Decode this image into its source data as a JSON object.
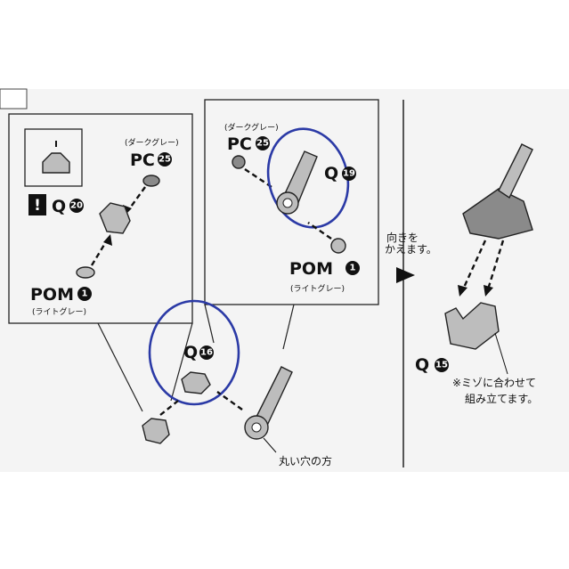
{
  "left": {
    "warning_mark": "!",
    "q20": {
      "letter": "Q",
      "num": "20"
    },
    "pc": {
      "color": "(ダークグレー)",
      "letters": "PC",
      "num": "25"
    },
    "pom": {
      "letters": "POM",
      "num": "1",
      "color": "(ライトグレー)"
    }
  },
  "middle": {
    "pc": {
      "color": "(ダークグレー)",
      "letters": "PC",
      "num": "25"
    },
    "q19": {
      "letter": "Q",
      "num": "19"
    },
    "pom": {
      "letters": "POM",
      "num": "1",
      "color": "(ライトグレー)"
    }
  },
  "bottom": {
    "q16": {
      "letter": "Q",
      "num": "16"
    },
    "round_hole_label": "丸い穴の方"
  },
  "right": {
    "turn_label": [
      "向きを",
      "かえます。"
    ],
    "q15": {
      "letter": "Q",
      "num": "15"
    },
    "note": [
      "※ミゾに合わせて",
      "組み立てます。"
    ]
  },
  "colors": {
    "highlight": "#2b3aa6",
    "part_light": "#bdbdbd",
    "part_dark": "#8a8a8a",
    "ink": "#111111"
  }
}
